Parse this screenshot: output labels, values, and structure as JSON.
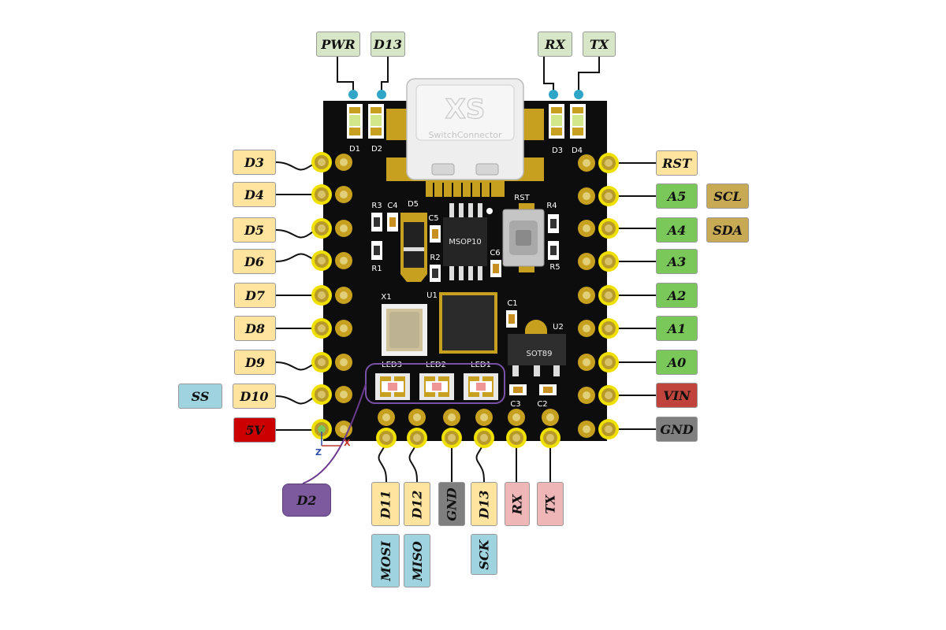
{
  "colors": {
    "board": "#0d0d0d",
    "pad_ring": "#f0e000",
    "digital": "#ffe4a0",
    "analog": "#7ac85a",
    "i2c": "#c8aa55",
    "spi": "#9fd3e0",
    "led": "#d8e6c8",
    "power_red": "#cc0000",
    "vin": "#c0443c",
    "ground": "#7f7f7f",
    "uart": "#eeb6b6",
    "d2_special": "#7d5a9e",
    "wire": "#111111",
    "d2_wire": "#6b3a8e"
  },
  "top_labels": {
    "pwr": "PWR",
    "d13": "D13",
    "rx": "RX",
    "tx": "TX"
  },
  "left_labels": {
    "d3": "D3",
    "d4": "D4",
    "d5": "D5",
    "d6": "D6",
    "d7": "D7",
    "d8": "D8",
    "d9": "D9",
    "d10": "D10",
    "v5": "5V",
    "ss": "SS"
  },
  "right_labels": {
    "rst": "RST",
    "a5": "A5",
    "a4": "A4",
    "a3": "A3",
    "a2": "A2",
    "a1": "A1",
    "a0": "A0",
    "vin": "VIN",
    "gnd": "GND",
    "scl": "SCL",
    "sda": "SDA"
  },
  "bottom_labels": {
    "d11": "D11",
    "d12": "D12",
    "gnd": "GND",
    "d13": "D13",
    "rx": "RX",
    "tx": "TX",
    "mosi": "MOSI",
    "miso": "MISO",
    "sck": "SCK"
  },
  "d2_label": "D2",
  "board_text": {
    "usb_logo": "XS",
    "usb_sub": "SwitchConnector",
    "d1": "D1",
    "d2": "D2",
    "d3": "D3",
    "d4": "D4",
    "d5": "D5",
    "r1": "R1",
    "r2": "R2",
    "r3": "R3",
    "r4": "R4",
    "r5": "R5",
    "c1": "C1",
    "c2": "C2",
    "c3": "C3",
    "c4": "C4",
    "c5": "C5",
    "c6": "C6",
    "rst": "RST",
    "u1": "U1",
    "u2": "U2",
    "x1": "X1",
    "sot89": "SOT89",
    "msop": "MSOP10",
    "led1": "LED1",
    "led2": "LED2",
    "led3": "LED3"
  },
  "axis": {
    "z": "Z",
    "x": "X"
  }
}
